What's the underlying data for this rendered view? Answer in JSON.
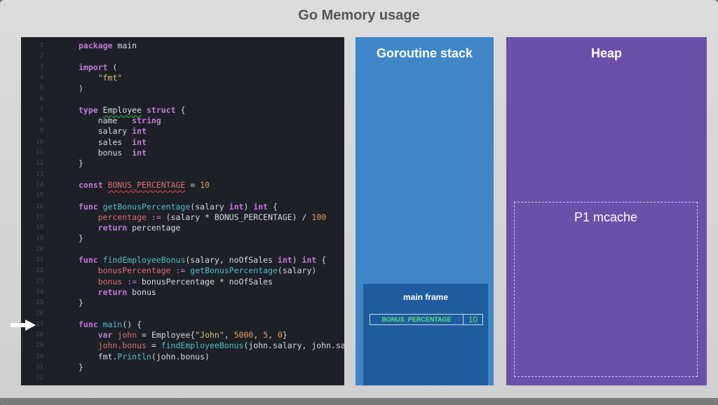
{
  "title": "Go Memory usage",
  "code": {
    "lines": [
      {
        "n": "1",
        "toks": [
          [
            "kw",
            "package"
          ],
          [
            "plain",
            " main"
          ]
        ]
      },
      {
        "n": "2",
        "toks": []
      },
      {
        "n": "3",
        "toks": [
          [
            "kw",
            "import"
          ],
          [
            "plain",
            " ("
          ]
        ]
      },
      {
        "n": "4",
        "toks": [
          [
            "plain",
            "    "
          ],
          [
            "str",
            "\"fmt\""
          ]
        ]
      },
      {
        "n": "5",
        "toks": [
          [
            "plain",
            ")"
          ]
        ]
      },
      {
        "n": "6",
        "toks": []
      },
      {
        "n": "7",
        "toks": [
          [
            "kw",
            "type"
          ],
          [
            "plain",
            " "
          ],
          [
            "wavy",
            "Employee"
          ],
          [
            "plain",
            " "
          ],
          [
            "kw",
            "struct"
          ],
          [
            "plain",
            " {"
          ]
        ]
      },
      {
        "n": "8",
        "toks": [
          [
            "plain",
            "    name   "
          ],
          [
            "ty",
            "string"
          ]
        ]
      },
      {
        "n": "9",
        "toks": [
          [
            "plain",
            "    salary "
          ],
          [
            "ty",
            "int"
          ]
        ]
      },
      {
        "n": "10",
        "toks": [
          [
            "plain",
            "    sales  "
          ],
          [
            "ty",
            "int"
          ]
        ]
      },
      {
        "n": "11",
        "toks": [
          [
            "plain",
            "    bonus  "
          ],
          [
            "ty",
            "int"
          ]
        ]
      },
      {
        "n": "12",
        "toks": [
          [
            "plain",
            "}"
          ]
        ]
      },
      {
        "n": "13",
        "toks": []
      },
      {
        "n": "14",
        "toks": [
          [
            "kw",
            "const"
          ],
          [
            "plain",
            " "
          ],
          [
            "wavyr",
            "BONUS_PERCENTAGE"
          ],
          [
            "plain",
            " = "
          ],
          [
            "num",
            "10"
          ]
        ]
      },
      {
        "n": "15",
        "toks": []
      },
      {
        "n": "16",
        "toks": [
          [
            "kw",
            "func"
          ],
          [
            "plain",
            " "
          ],
          [
            "fn",
            "getBonusPercentage"
          ],
          [
            "plain",
            "(salary "
          ],
          [
            "ty",
            "int"
          ],
          [
            "plain",
            ") "
          ],
          [
            "ty",
            "int"
          ],
          [
            "plain",
            " {"
          ]
        ]
      },
      {
        "n": "17",
        "toks": [
          [
            "plain",
            "    "
          ],
          [
            "var",
            "percentage"
          ],
          [
            "plain",
            " "
          ],
          [
            "op",
            ":="
          ],
          [
            "plain",
            " (salary * BONUS_PERCENTAGE) / "
          ],
          [
            "num",
            "100"
          ]
        ]
      },
      {
        "n": "18",
        "toks": [
          [
            "plain",
            "    "
          ],
          [
            "kw",
            "return"
          ],
          [
            "plain",
            " percentage"
          ]
        ]
      },
      {
        "n": "19",
        "toks": [
          [
            "plain",
            "}"
          ]
        ]
      },
      {
        "n": "20",
        "toks": []
      },
      {
        "n": "21",
        "toks": [
          [
            "kw",
            "func"
          ],
          [
            "plain",
            " "
          ],
          [
            "fn",
            "findEmployeeBonus"
          ],
          [
            "plain",
            "(salary, noOfSales "
          ],
          [
            "ty",
            "int"
          ],
          [
            "plain",
            ") "
          ],
          [
            "ty",
            "int"
          ],
          [
            "plain",
            " {"
          ]
        ]
      },
      {
        "n": "22",
        "toks": [
          [
            "plain",
            "    "
          ],
          [
            "var",
            "bonusPercentage"
          ],
          [
            "plain",
            " "
          ],
          [
            "op",
            ":="
          ],
          [
            "plain",
            " "
          ],
          [
            "fn",
            "getBonusPercentage"
          ],
          [
            "plain",
            "(salary)"
          ]
        ]
      },
      {
        "n": "23",
        "toks": [
          [
            "plain",
            "    "
          ],
          [
            "var",
            "bonus"
          ],
          [
            "plain",
            " "
          ],
          [
            "op",
            ":="
          ],
          [
            "plain",
            " bonusPercentage * noOfSales"
          ]
        ]
      },
      {
        "n": "24",
        "toks": [
          [
            "plain",
            "    "
          ],
          [
            "kw",
            "return"
          ],
          [
            "plain",
            " bonus"
          ]
        ]
      },
      {
        "n": "25",
        "toks": [
          [
            "plain",
            "}"
          ]
        ]
      },
      {
        "n": "26",
        "toks": []
      },
      {
        "n": "27",
        "toks": [
          [
            "kw",
            "func"
          ],
          [
            "plain",
            " "
          ],
          [
            "fn",
            "main"
          ],
          [
            "plain",
            "() {"
          ]
        ]
      },
      {
        "n": "28",
        "toks": [
          [
            "plain",
            "    "
          ],
          [
            "kw",
            "var"
          ],
          [
            "plain",
            " "
          ],
          [
            "var",
            "john"
          ],
          [
            "plain",
            " = Employee{"
          ],
          [
            "str",
            "\"John\""
          ],
          [
            "plain",
            ", "
          ],
          [
            "num",
            "5000"
          ],
          [
            "plain",
            ", "
          ],
          [
            "num",
            "5"
          ],
          [
            "plain",
            ", "
          ],
          [
            "num",
            "0"
          ],
          [
            "plain",
            "}"
          ]
        ]
      },
      {
        "n": "29",
        "toks": [
          [
            "plain",
            "    "
          ],
          [
            "var",
            "john.bonus"
          ],
          [
            "plain",
            " = "
          ],
          [
            "fn",
            "findEmployeeBonus"
          ],
          [
            "plain",
            "(john.salary, john.sales)"
          ]
        ]
      },
      {
        "n": "30",
        "toks": [
          [
            "plain",
            "    fmt."
          ],
          [
            "fn",
            "Println"
          ],
          [
            "plain",
            "(john.bonus)"
          ]
        ]
      },
      {
        "n": "31",
        "toks": [
          [
            "plain",
            "}"
          ]
        ]
      },
      {
        "n": "32",
        "toks": []
      }
    ]
  },
  "stack": {
    "title": "Goroutine stack",
    "frame_title": "main frame",
    "var_name": "BONUS_PERCENTAGE",
    "var_value": "10"
  },
  "heap": {
    "title": "Heap",
    "mcache_title": "P1 mcache"
  },
  "colors": {
    "stack": "#3f86c9",
    "frame": "#1f5c9e",
    "heap": "#6b4faa",
    "editor": "#1d2027"
  }
}
